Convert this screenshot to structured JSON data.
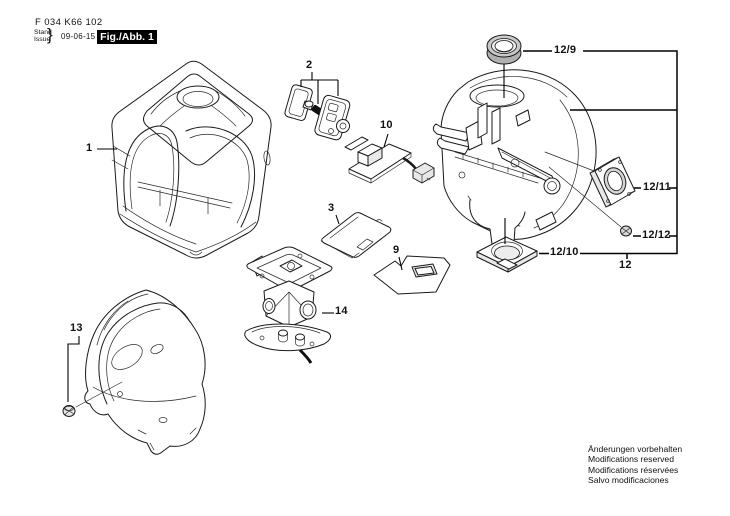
{
  "header": {
    "document_number": "F 034 K66 102",
    "stand_label": "Stand",
    "issue_label": "Issue",
    "brace": "}",
    "date": "09-06-15",
    "figure_label": "Fig./Abb. 1"
  },
  "callouts": {
    "part1": "1",
    "part2": "2",
    "part3": "3",
    "part9": "9",
    "part10": "10",
    "part12": "12",
    "part12_9": "12/9",
    "part12_10": "12/10",
    "part12_11": "12/11",
    "part12_12": "12/12",
    "part13": "13",
    "part14": "14"
  },
  "footer": {
    "notes": [
      "Änderungen vorbehalten",
      "Modifications reserved",
      "Modifications réservées",
      "Salvo modificaciones"
    ]
  },
  "colors": {
    "line": "#1a1a1a",
    "background": "#ffffff",
    "figure_box_bg": "#000000",
    "figure_box_text": "#ffffff",
    "shading_light": "#e8e8e8",
    "shading_dark": "#a8a8a8"
  }
}
